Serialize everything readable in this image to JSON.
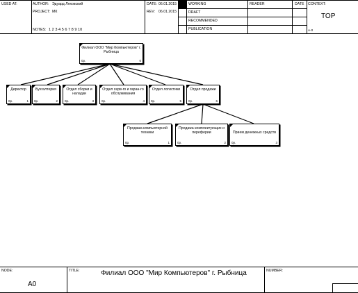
{
  "header": {
    "used_at_label": "USED AT:",
    "author_label": "AUTHOR:",
    "author_value": "Эдуард Ляховский",
    "project_label": "PROJECT:",
    "project_value": "МК",
    "notes_label": "NOTES:",
    "notes_value": "1 2 3 4 5 6 7 8 9 10",
    "date_label": "DATE:",
    "date_value": "06.01.2015",
    "rev_label": "REV:",
    "rev_value": "06.01.2015",
    "status": [
      "WORKING",
      "DRAFT",
      "RECOMMENDED",
      "PUBLICATION"
    ],
    "reader_label": "READER",
    "reader_date_label": "DATE",
    "context_label": "CONTEXT:",
    "context_value": "TOP",
    "node_ref": "A-0"
  },
  "diagram": {
    "root": {
      "label": "Филиал ООО \"Мир Компьютеров\" г. Рыбница",
      "op": "0р.",
      "num": "0"
    },
    "level1": [
      {
        "label": "Директор",
        "op": "0р.",
        "num": "1"
      },
      {
        "label": "Бухгалтерия",
        "op": "0р.",
        "num": "2"
      },
      {
        "label": "Отдел сборки и наладки",
        "op": "0р.",
        "num": "3"
      },
      {
        "label": "Отдел серв-го и гаран-го обслуживания",
        "op": "0р.",
        "num": "4"
      },
      {
        "label": "Отдел логистики",
        "op": "0р.",
        "num": "5"
      },
      {
        "label": "Отдел продажи",
        "op": "0р.",
        "num": "6"
      }
    ],
    "level2": [
      {
        "label": "Продажа компьютерной техники",
        "op": "0р.",
        "num": "1"
      },
      {
        "label": "Продажа комплектующих и переферии",
        "op": "0р.",
        "num": "2"
      },
      {
        "label": "Прием денежных средств",
        "op": "0р.",
        "num": "3"
      }
    ]
  },
  "footer": {
    "node_label": "NODE:",
    "node_value": "A0",
    "title_label": "TITLE:",
    "title_value": "Филиал ООО \"Мир Компьютеров\"  г. Рыбница",
    "number_label": "NUMBER:"
  }
}
